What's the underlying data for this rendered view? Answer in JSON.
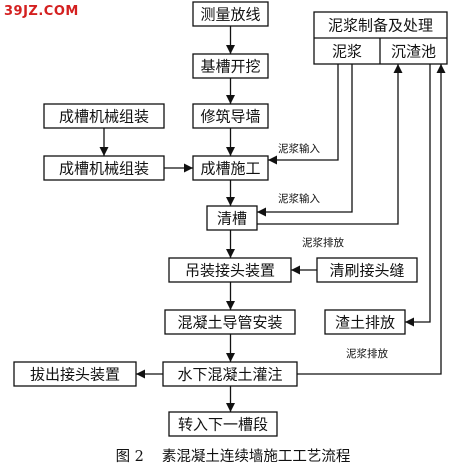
{
  "watermark": "39JZ.COM",
  "boxes": {
    "survey": "测量放线",
    "trench_excavation": "基槽开挖",
    "guide_wall": "修筑导墙",
    "machine_assembly_1": "成槽机械组装",
    "machine_assembly_2": "成槽机械组装",
    "trenching": "成槽施工",
    "slurry_prep": "泥浆制备及处理",
    "slurry": "泥浆",
    "settling_tank": "沉渣池",
    "trench_cleaning": "清槽",
    "joint_install": "吊装接头装置",
    "joint_brushing": "清刷接头缝",
    "tremie_install": "混凝土导管安装",
    "muck_discharge": "渣土排放",
    "joint_removal": "拔出接头装置",
    "underwater_pour": "水下混凝土灌注",
    "next_segment": "转入下一槽段"
  },
  "edge_labels": {
    "slurry_input_1": "泥浆输入",
    "slurry_input_2": "泥浆输入",
    "slurry_discharge_1": "泥浆排放",
    "slurry_discharge_2": "泥浆排放"
  },
  "caption": {
    "figure": "图 2",
    "title": "素混凝土连续墙施工工艺流程"
  }
}
